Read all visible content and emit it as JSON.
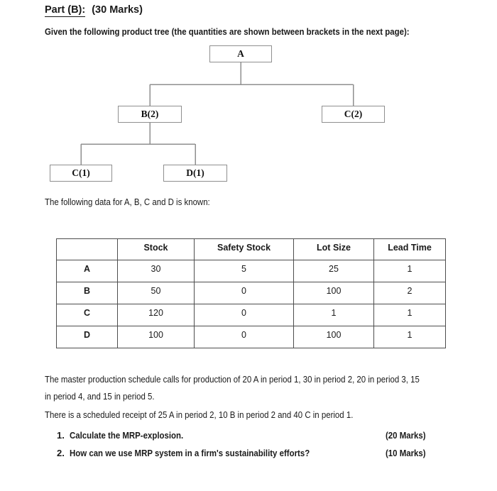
{
  "heading": {
    "title": "Part (B):",
    "marks": "(30 Marks)"
  },
  "paragraphs": {
    "intro": "Given the following product tree (the quantities are shown between brackets in the next page):",
    "data_known": "The following data for A, B, C and D is known:",
    "mps_lines": [
      "The master production schedule calls for production of 20 A in period 1, 30 in period 2, 20 in period 3, 15",
      "in period 4, and 15 in period 5."
    ],
    "receipt": "There is a scheduled receipt of 25 A in period 2, 10 B in period 2 and 40 C in period 1."
  },
  "tree": {
    "nodes": [
      {
        "id": "A",
        "label": "A"
      },
      {
        "id": "B",
        "label": "B(2)"
      },
      {
        "id": "C2",
        "label": "C(2)"
      },
      {
        "id": "C1",
        "label": "C(1)"
      },
      {
        "id": "D1",
        "label": "D(1)"
      }
    ]
  },
  "table": {
    "header": [
      "",
      "Stock",
      "Safety Stock",
      "Lot Size",
      "Lead Time"
    ],
    "rows": [
      [
        "A",
        "30",
        "5",
        "25",
        "1"
      ],
      [
        "B",
        "50",
        "0",
        "100",
        "2"
      ],
      [
        "C",
        "120",
        "0",
        "1",
        "1"
      ],
      [
        "D",
        "100",
        "0",
        "100",
        "1"
      ]
    ]
  },
  "questions": [
    {
      "number": "1.",
      "text": "Calculate the MRP-explosion.",
      "marks": "(20 Marks)"
    },
    {
      "number": "2.",
      "text": "How can we use MRP system in a firm's sustainability efforts?",
      "marks": "(10 Marks)"
    }
  ],
  "colors": {
    "text": "#1a1a1a",
    "tree_border": "#8f8f8f",
    "table_border": "#4d4d4d",
    "background": "#ffffff"
  }
}
